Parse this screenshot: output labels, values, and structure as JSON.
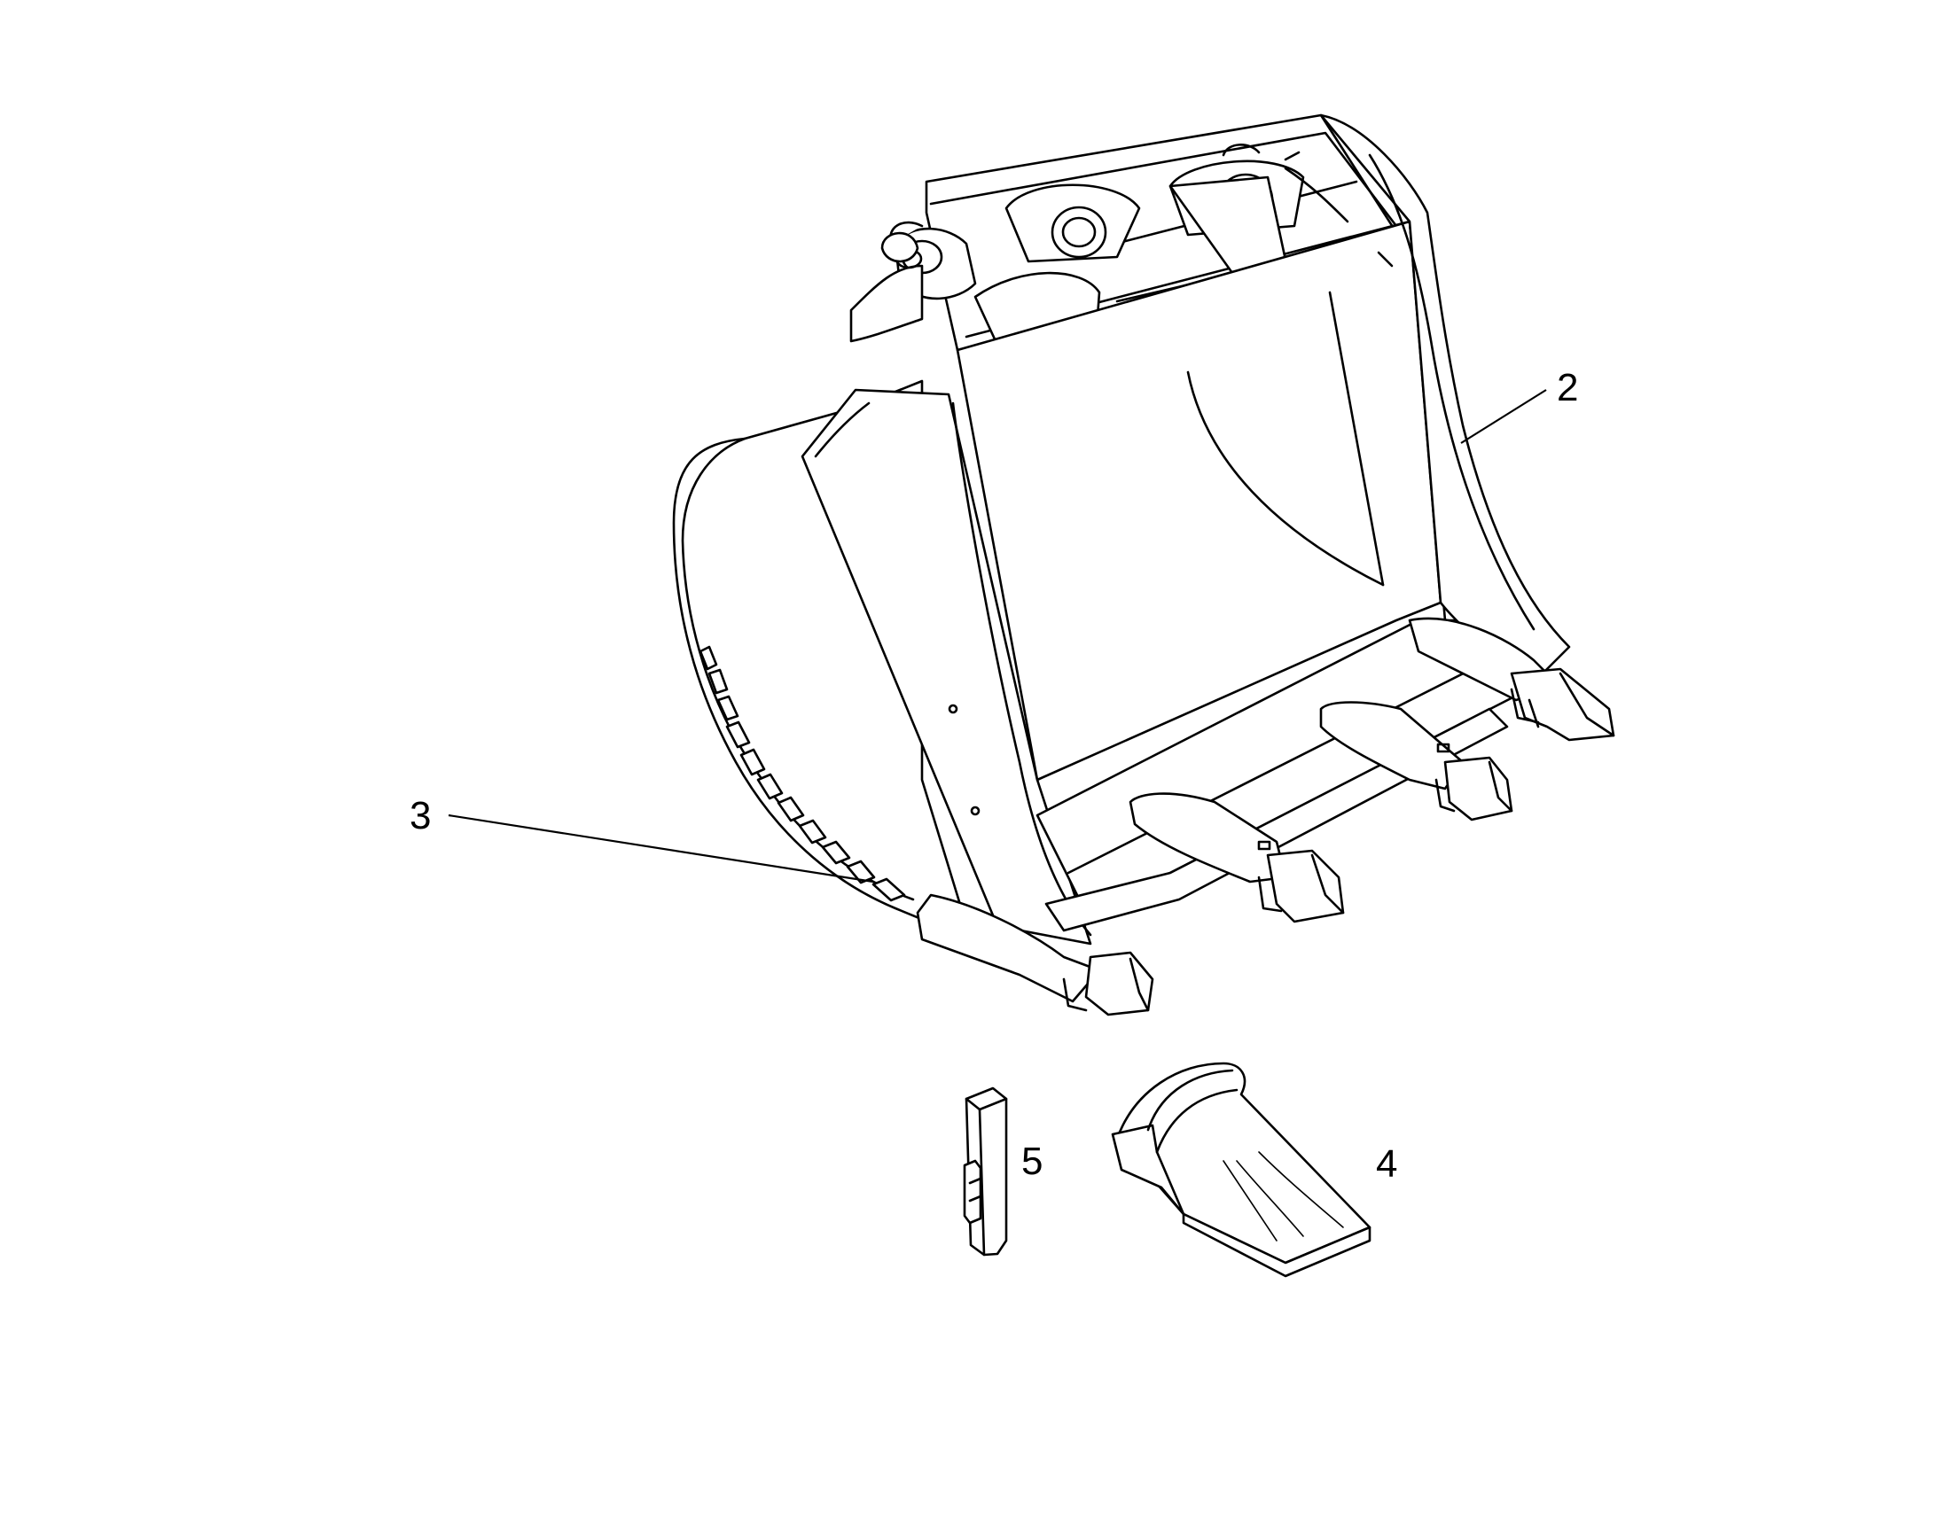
{
  "callouts": {
    "c2": "2",
    "c3": "3",
    "c4": "4",
    "c5": "5"
  },
  "parts": {
    "bucket": "excavator-bucket",
    "side_cutters": "side-wear-strips",
    "tooth": "bucket-tooth-tip",
    "pin": "tooth-retainer-pin"
  },
  "colors": {
    "line": "#000000",
    "background": "#ffffff"
  }
}
